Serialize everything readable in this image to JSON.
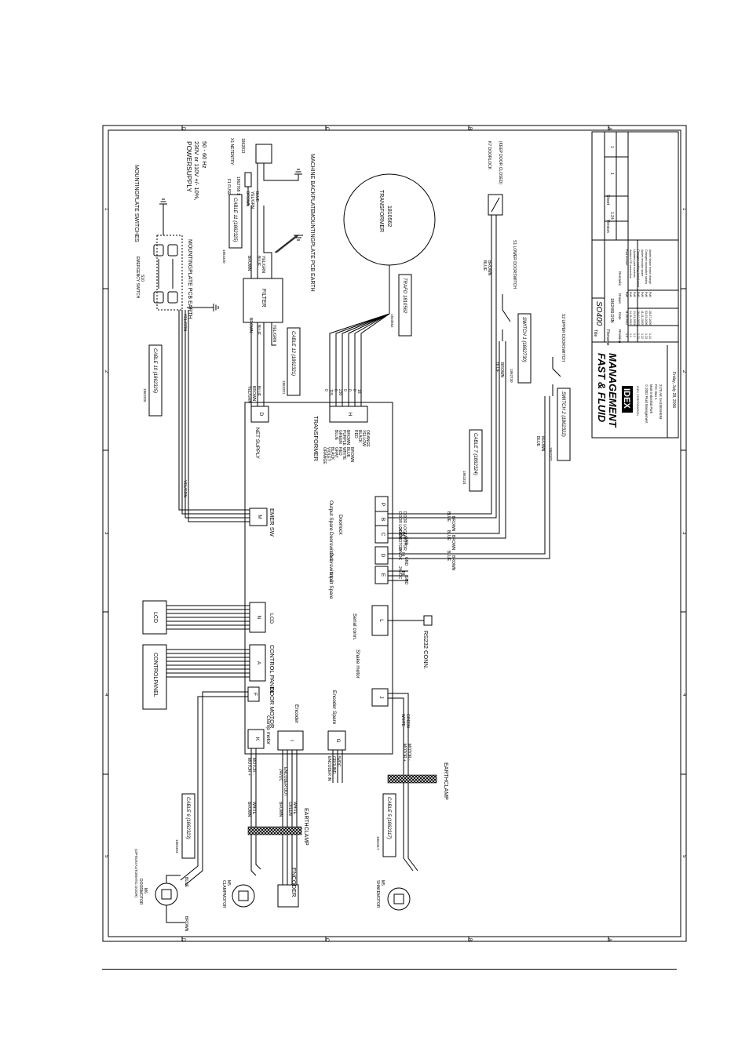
{
  "diagram": {
    "grid_letters_top": [
      "D",
      "C",
      "B",
      "A"
    ],
    "grid_letters_bottom": [
      "D",
      "C",
      "B",
      "A"
    ],
    "grid_numbers": [
      "1",
      "2",
      "3",
      "4",
      "5"
    ],
    "main_board": {
      "connectors": [
        {
          "letter": "D",
          "label": "NET SUPPLY"
        },
        {
          "letter": "H",
          "label": "TRANSFORMER"
        },
        {
          "letter": "M",
          "label": "EMER SW"
        },
        {
          "letter": "P",
          "label": "Output Spare"
        },
        {
          "letter": "B",
          "label": "Doorlock"
        },
        {
          "letter": "C",
          "label": "Doorswitch 1"
        },
        {
          "letter": "D",
          "label": "Doorswitch 2"
        },
        {
          "letter": "E",
          "label": "Input Spare"
        },
        {
          "letter": "N",
          "label": "LCD"
        },
        {
          "letter": "L",
          "label": "Serial conn."
        },
        {
          "letter": "A",
          "label": "CONTROL PANEL"
        },
        {
          "letter": "J",
          "label": "Shake motor"
        },
        {
          "letter": "F",
          "label": "DOOR MOTOR"
        },
        {
          "letter": "K",
          "label": "Clamp motor"
        },
        {
          "letter": "I",
          "label": "Encoder"
        },
        {
          "letter": "G",
          "label": "Encoder Spare"
        }
      ],
      "transformer_wires_left": [
        "ORANGE",
        "VIOLET",
        "BLACK",
        "GRAY",
        "RED",
        "WHITE",
        "BLUE",
        "BROWN"
      ],
      "transformer_wires_right": [
        "BLUE",
        "GREEN",
        "PURPLE",
        "BROWN",
        "RED",
        "BLACK",
        "YELLOW",
        "ORANGE"
      ]
    },
    "components": {
      "lcd": "LCD",
      "control_panel": "CONTROLPANEL",
      "filter": "FILTER",
      "transformer_title": "TRANSFORMER",
      "transformer_part": "1810562",
      "power_supply": "POWERSUPPLY",
      "power_voltage": "230V or 110V +/- 10%,",
      "power_freq": "50 - 60 Hz",
      "fuse_label": "F1 FUSE",
      "fuse_part": "1862768 10AT",
      "netentry_label": "X1 NETENTRY",
      "netentry_part": "1862813",
      "machine_backplate": "MACHINE BACKPLATE",
      "mountingplate_pcb_earth_top": "MOUNTINGPLATE PCB EARTH",
      "mountingplate_pcb_earth": "MOUNTINGPLATE PCB EARTH",
      "mountingplate_switches": "MOUNTINGPLATE SWITCHES",
      "emergency_switch": "EMERGENCY SWITCH",
      "emergency_switch_id": "S10",
      "doorlock": "K7 DOORLOCK",
      "doorlock_note": "(KEEP DOOR CLOSED)",
      "lower_doorswitch": "S1 LOWER DOORSWITCH",
      "upper_doorswitch": "S2 UPPER DOORSWITCH",
      "rs232": "RS232 CONN.",
      "earthclamp_1": "EARTHCLAMP",
      "earthclamp_2": "EARTHCLAMP",
      "encoder": "ENCODER",
      "doormotor": "DOORMOTOR",
      "doormotor_id": "M6",
      "doormotor_note": "(OPTION AUTOMATIC DOOR)",
      "clampmotor": "CLAMPMOTOR",
      "clampmotor_id": "M5",
      "shakemotor": "SHAKEMOTOR",
      "shakemotor_id": "M5"
    },
    "cables": [
      {
        "name": "CABLE 10 (1862325)",
        "part": "1862325"
      },
      {
        "name": "CABLE 11 (1862325)",
        "part": "1862320"
      },
      {
        "name": "CABLE 12 (1862321)",
        "part": "1862321"
      },
      {
        "name": "TRAFO 1810562",
        "part": "1810562"
      },
      {
        "name": "CABLE 7 (1862324)",
        "part": "1862324"
      },
      {
        "name": "SWITCH 1 (1862730)",
        "part": "1862730"
      },
      {
        "name": "SWITCH 2 (1862322)",
        "part": "1862322"
      },
      {
        "name": "CABLE 6 (1862323)",
        "part": "1862323"
      },
      {
        "name": "CABLE 5 (1862317)",
        "part": "1862317"
      }
    ],
    "wire_labels": {
      "yel_grn": "YEL/GRN",
      "brown": "BROWN",
      "blue": "BLUE",
      "white": "WHITE",
      "green": "GREEN",
      "doorlock_motor": "DOOR LOCK/MOTOR",
      "v24dc": "24VDC",
      "in": "IN",
      "gnd": "GND",
      "motor_plus": "MOTOR +",
      "motor_minus": "MOTOR -",
      "encoder_in": "ENCODER IN",
      "ground": "GROUND",
      "v5dc": "5VDC",
      "encoder_out": "ENCODER OUT",
      "trafo_taps": [
        "0",
        "115",
        "0",
        "230",
        "0",
        "0",
        "0",
        "18"
      ]
    },
    "title_block": {
      "company_line1": "FAST & FLUID",
      "company_line2": "MANAGEMENT",
      "logo_text": "IDEX",
      "logo_sub": "IDEX CORPORATION",
      "address": [
        "© 2002 Fluid Management",
        "Main Industrial Park",
        "P.O. Box 1",
        "2170 AE SASSENHEIM"
      ],
      "date_printed": "Friday, July 28, 2006",
      "title_label": "Title",
      "title_value": "SO400",
      "filename_label": "Filename",
      "filename_value": "1862489.DSN",
      "version_label": "Version",
      "version_value": "1.24",
      "sheet_label": "Sheet",
      "sheet_value": "1",
      "sheet_of": "1",
      "revision_headers": [
        "Revision",
        "Date",
        "Drawn",
        "Remarks"
      ],
      "revisions": [
        {
          "rev": "1.0",
          "date": "11-05-2002",
          "drawn": "RvB",
          "remark": "First revision"
        },
        {
          "rev": "1.1",
          "date": "14-11-2002",
          "drawn": "RvB",
          "remark": "Added LCD connection"
        },
        {
          "rev": "1.2",
          "date": "21-01-2003",
          "drawn": "RvB",
          "remark": "Updated part numbers"
        },
        {
          "rev": "1.21",
          "date": "16-02-2003",
          "drawn": "RvB",
          "remark": "Changed earthing transformer"
        },
        {
          "rev": "1.22",
          "date": "11-11-2003",
          "drawn": "RvB",
          "remark": "Added encoder spare"
        },
        {
          "rev": "1.23",
          "date": "03-03-2006",
          "drawn": "RvB",
          "remark": "Changed doorswitch cables"
        },
        {
          "rev": "1.24",
          "date": "28-07-2006",
          "drawn": "RvB",
          "remark": "Added shake motor change"
        }
      ]
    }
  }
}
